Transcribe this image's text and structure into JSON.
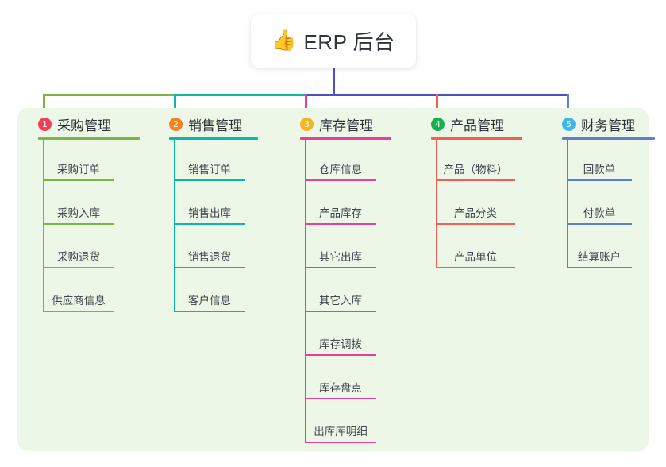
{
  "root": {
    "icon": "thumbs-up-emoji",
    "icon_glyph": "👍",
    "title": "ERP 后台"
  },
  "palette": {
    "panel_background": "#edf7e8",
    "page_background": "#ffffff",
    "card_background": "#ffffff",
    "title_text": "#30343c",
    "bus_left_green": "#7cb342",
    "bus_mid_teal": "#0fb5a8",
    "bus_right_purple": "#4b50c4",
    "stub_purple": "#4b50c4"
  },
  "columns": [
    {
      "index": "1",
      "badge_number": "1",
      "badge_color": "#ef3e58",
      "line_color": "#7cb342",
      "stub_color": "#7cb342",
      "title": "采购管理",
      "items": [
        "采购订单",
        "采购入库",
        "采购退货",
        "供应商信息"
      ]
    },
    {
      "index": "2",
      "badge_number": "2",
      "badge_color": "#f58220",
      "line_color": "#0fb5a8",
      "stub_color": "#0fb5a8",
      "title": "销售管理",
      "items": [
        "销售订单",
        "销售出库",
        "销售退货",
        "客户信息"
      ]
    },
    {
      "index": "3",
      "badge_number": "3",
      "badge_color": "#f5b422",
      "line_color": "#e5409a",
      "stub_color": "#e5409a",
      "title": "库存管理",
      "items": [
        "仓库信息",
        "产品库存",
        "其它出库",
        "其它入库",
        "库存调拨",
        "库存盘点",
        "出库库明细"
      ]
    },
    {
      "index": "4",
      "badge_number": "4",
      "badge_color": "#16b04b",
      "line_color": "#f4604f",
      "stub_color": "#f4604f",
      "title": "产品管理",
      "items": [
        "产品（物料）",
        "产品分类",
        "产品单位"
      ]
    },
    {
      "index": "5",
      "badge_number": "5",
      "badge_color": "#3fb6e8",
      "line_color": "#5b7fd4",
      "stub_color": "#5b7fd4",
      "title": "财务管理",
      "items": [
        "回款单",
        "付款单",
        "结算账户"
      ]
    }
  ]
}
